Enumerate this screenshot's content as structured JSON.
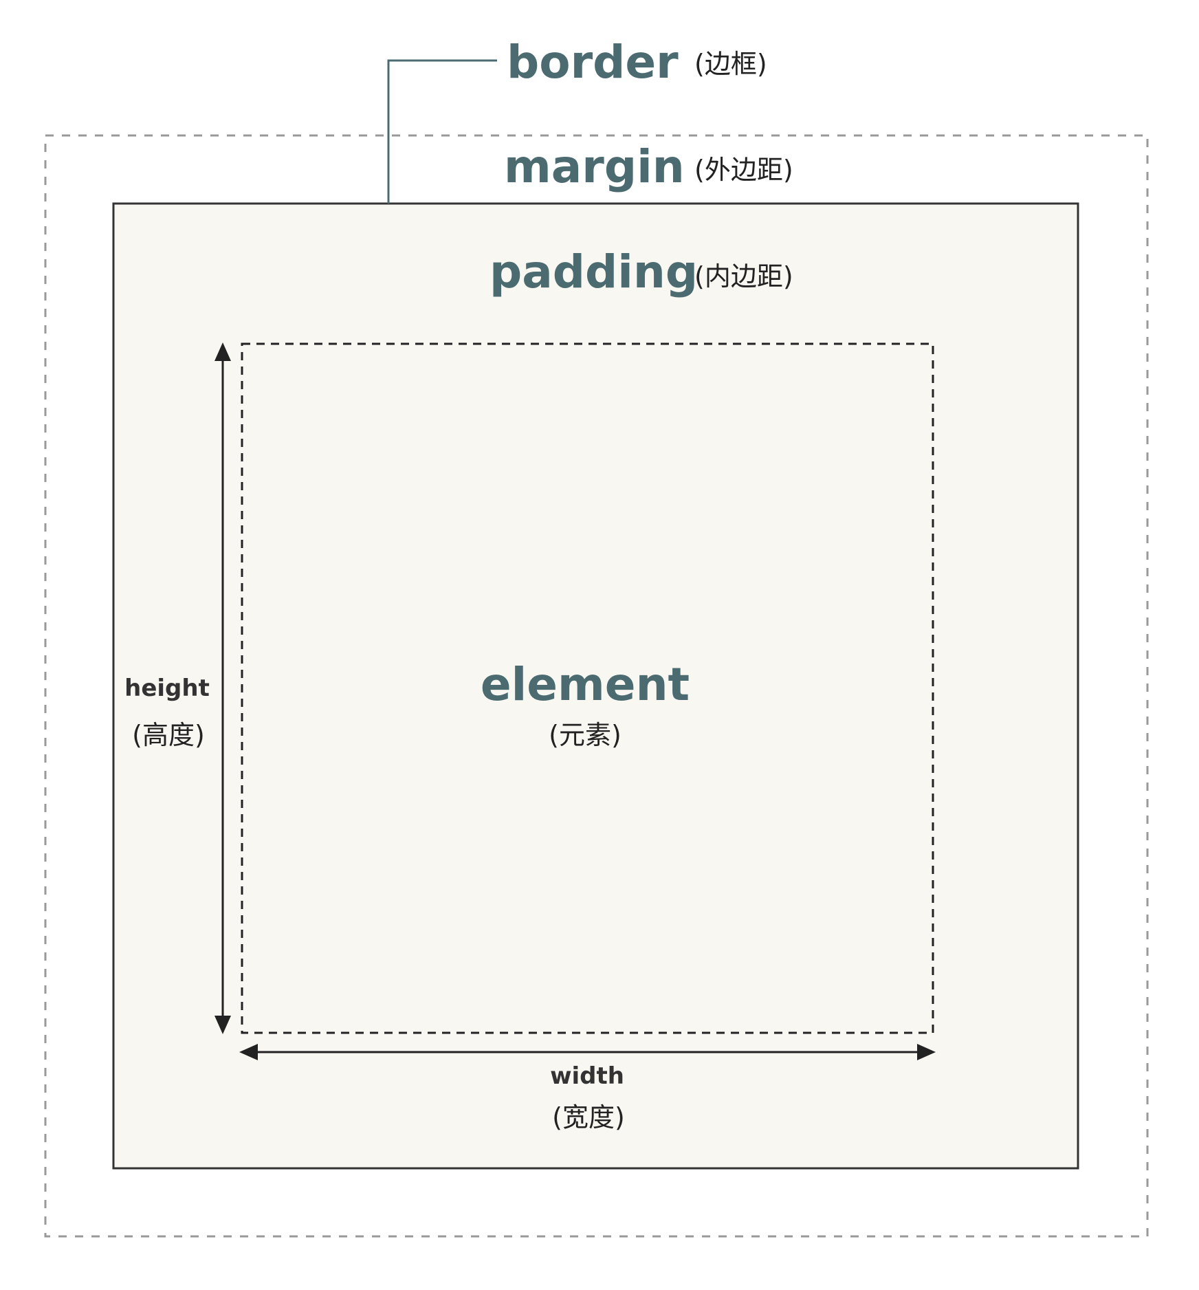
{
  "labels": {
    "border": {
      "en": "border",
      "zh": "(边框)"
    },
    "margin": {
      "en": "margin",
      "zh": "(外边距)"
    },
    "padding": {
      "en": "padding",
      "zh": "(内边距)"
    },
    "element": {
      "en": "element",
      "zh": "(元素)"
    },
    "height": {
      "en": "height",
      "zh": "(高度)"
    },
    "width": {
      "en": "width",
      "zh": "(宽度)"
    }
  },
  "colors": {
    "label_accent": "#4b6b71",
    "box_fill": "#f8f7f1",
    "border_line": "#333333",
    "margin_dash": "#999999"
  }
}
